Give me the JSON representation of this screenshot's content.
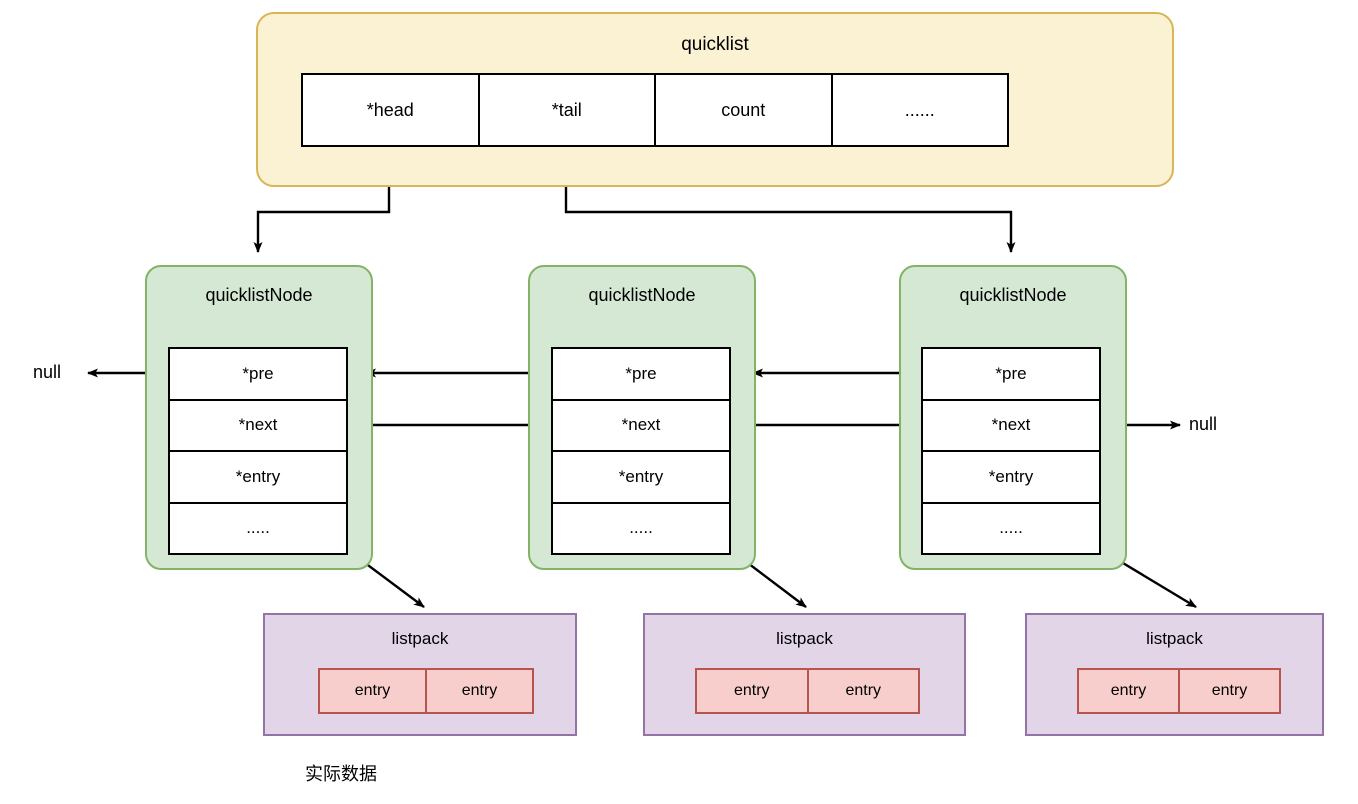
{
  "diagram": {
    "title_text": "quicklist",
    "caption": "实际数据",
    "colors": {
      "quicklist_fill": "#FBF2D4",
      "quicklist_stroke": "#D6B656",
      "node_fill": "#D5E8D4",
      "node_stroke": "#82B366",
      "listpack_fill": "#E1D5E7",
      "listpack_stroke": "#9673A6",
      "entry_fill": "#F8CECC",
      "entry_stroke": "#B85450",
      "line": "#000000",
      "background": "#FFFFFF"
    }
  },
  "quicklist": {
    "label": "quicklist",
    "fields": [
      {
        "label": "*head"
      },
      {
        "label": "*tail"
      },
      {
        "label": "count"
      },
      {
        "label": "......"
      }
    ]
  },
  "nodes": [
    {
      "label": "quicklistNode",
      "rows": [
        {
          "label": "*pre"
        },
        {
          "label": "*next"
        },
        {
          "label": "*entry"
        },
        {
          "label": "....."
        }
      ]
    },
    {
      "label": "quicklistNode",
      "rows": [
        {
          "label": "*pre"
        },
        {
          "label": "*next"
        },
        {
          "label": "*entry"
        },
        {
          "label": "....."
        }
      ]
    },
    {
      "label": "quicklistNode",
      "rows": [
        {
          "label": "*pre"
        },
        {
          "label": "*next"
        },
        {
          "label": "*entry"
        },
        {
          "label": "....."
        }
      ]
    }
  ],
  "listpacks": [
    {
      "label": "listpack",
      "entries": [
        {
          "label": "entry"
        },
        {
          "label": "entry"
        }
      ]
    },
    {
      "label": "listpack",
      "entries": [
        {
          "label": "entry"
        },
        {
          "label": "entry"
        }
      ]
    },
    {
      "label": "listpack",
      "entries": [
        {
          "label": "entry"
        },
        {
          "label": "entry"
        }
      ]
    }
  ],
  "labels": {
    "null_left": "null",
    "null_right": "null",
    "caption": "实际数据"
  }
}
